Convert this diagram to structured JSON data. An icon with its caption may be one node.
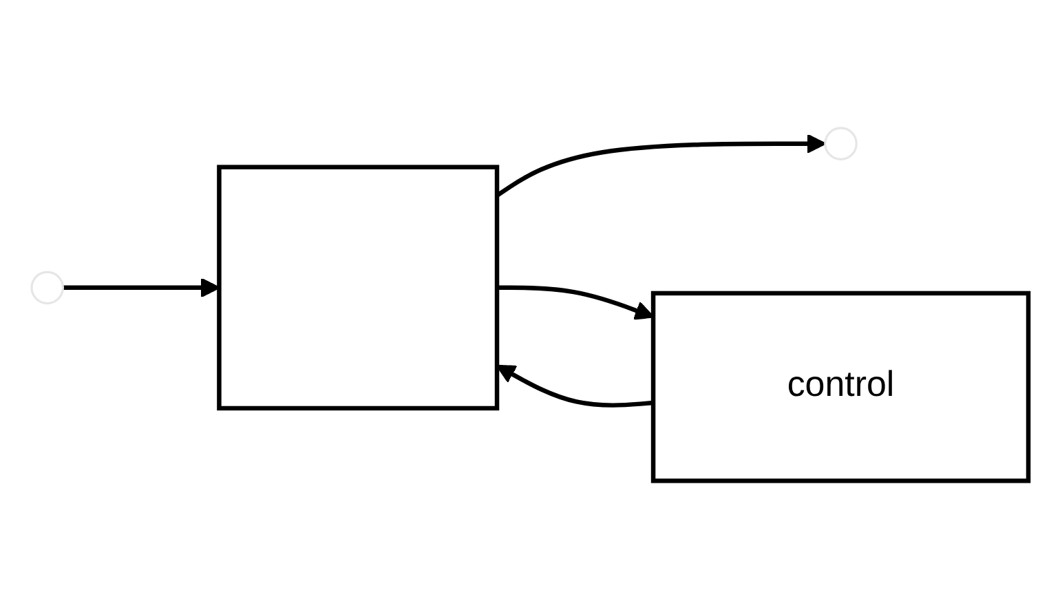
{
  "diagram": {
    "nodes": [
      {
        "text": [],
        "shape": "box"
      },
      {
        "text": [
          "control"
        ]
      }
    ],
    "edges": [
      {
        "from": null,
        "to": 0,
        "arrow": "to"
      },
      {
        "from": 0,
        "to": null,
        "arrow": "to"
      },
      {
        "from": 0,
        "to": 1,
        "arrow": "to"
      },
      {
        "from": 1,
        "to": 0,
        "arrow": "to"
      }
    ]
  }
}
